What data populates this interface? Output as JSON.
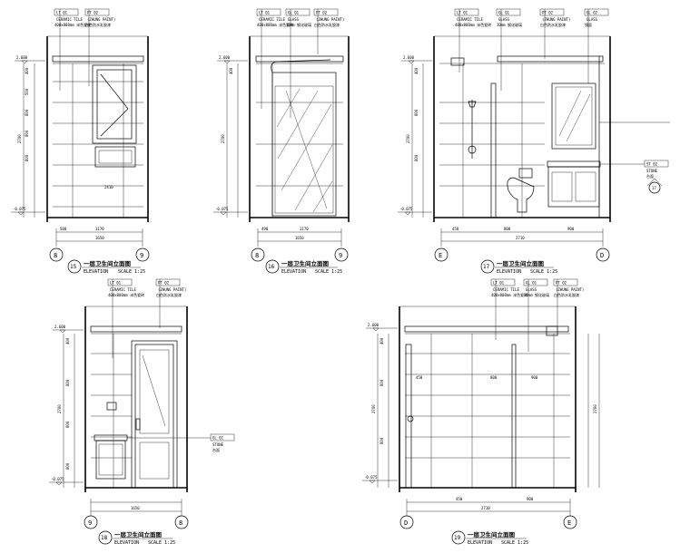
{
  "elevations": [
    {
      "number": "15",
      "title": "一层卫生间立面图",
      "subtitle": "ELEVATION",
      "scale": "SCALE 1:25",
      "grid_left": "8",
      "grid_right": "9",
      "tags": [
        {
          "code": "LT 01",
          "name": "CERAMIC TILE",
          "desc": "400x800mm 米色瓷砖"
        },
        {
          "code": "PT 02",
          "name": "(ZHUNG PAINT)",
          "desc": "白色防水乳胶漆"
        }
      ],
      "level_top": "2.600",
      "level_bottom": "-0.075",
      "dims_vertical": [
        "400",
        "500",
        "800",
        "800",
        "800",
        "2700"
      ],
      "dims_horizontal": [
        "500",
        "1170",
        "2410",
        "1650"
      ],
      "total_width": "1650"
    },
    {
      "number": "16",
      "title": "一层卫生间立面图",
      "subtitle": "ELEVATION",
      "scale": "SCALE 1:25",
      "grid_left": "8",
      "grid_right": "9",
      "tags": [
        {
          "code": "LT 01",
          "name": "CERAMIC TILE",
          "desc": "400x800mm 米色瓷砖"
        },
        {
          "code": "GL 01",
          "name": "GLASS",
          "desc": "10mm 钢化玻璃"
        },
        {
          "code": "PT 02",
          "name": "(ZHUNG PAINT)",
          "desc": "白色防水乳胶漆"
        }
      ],
      "level_top": "2.600",
      "level_bottom": "-0.075",
      "dims_vertical": [
        "400",
        "2700"
      ],
      "dims_horizontal": [
        "490",
        "1170",
        "1650"
      ],
      "total_width": "1650"
    },
    {
      "number": "17",
      "title": "一层卫生间立面图",
      "subtitle": "ELEVATION",
      "scale": "SCALE 1:25",
      "grid_left": "E",
      "grid_right": "D",
      "tags": [
        {
          "code": "LT 01",
          "name": "CERAMIC TILE",
          "desc": "400x800mm 米色瓷砖"
        },
        {
          "code": "GL 01",
          "name": "GLASS",
          "desc": "10mm 钢化玻璃"
        },
        {
          "code": "PT 02",
          "name": "(ZHUNG PAINT)",
          "desc": "白色防水乳胶漆"
        },
        {
          "code": "GL 02",
          "name": "GLASS",
          "desc": "镜面"
        }
      ],
      "side_tags": [
        {
          "code": "ST 02",
          "name": "STONE",
          "desc": "台面"
        }
      ],
      "callout": "17",
      "level_top": "2.600",
      "level_bottom": "-0.075",
      "dims_vertical": [
        "400",
        "800",
        "800",
        "2700"
      ],
      "dims_horizontal": [
        "450",
        "800",
        "900",
        "2710"
      ],
      "total_width": "2710"
    },
    {
      "number": "18",
      "title": "一层卫生间立面图",
      "subtitle": "ELEVATION",
      "scale": "SCALE 1:25",
      "grid_left": "9",
      "grid_right": "8",
      "tags": [
        {
          "code": "LT 01",
          "name": "CERAMIC TILE",
          "desc": "400x800mm 米色瓷砖"
        },
        {
          "code": "PT 02",
          "name": "(ZHUNG PAINT)",
          "desc": "白色防水乳胶漆"
        }
      ],
      "side_tags": [
        {
          "code": "GL 01",
          "name": "STONE",
          "desc": "台面"
        }
      ],
      "level_top": "2.600",
      "level_bottom": "-0.075",
      "dims_vertical": [
        "400",
        "800",
        "800",
        "800",
        "2700"
      ],
      "dims_horizontal": [
        "1650"
      ],
      "total_width": "1650"
    },
    {
      "number": "19",
      "title": "一层卫生间立面图",
      "subtitle": "ELEVATION",
      "scale": "SCALE 1:25",
      "grid_left": "D",
      "grid_right": "E",
      "tags": [
        {
          "code": "LT 01",
          "name": "CERAMIC TILE",
          "desc": "400x800mm 米色瓷砖"
        },
        {
          "code": "GL 01",
          "name": "GLASS",
          "desc": "10mm 钢化玻璃"
        },
        {
          "code": "PT 02",
          "name": "(ZHUNG PAINT)",
          "desc": "白色防水乳胶漆"
        }
      ],
      "level_top": "2.600",
      "level_bottom": "-0.075",
      "dims_vertical": [
        "400",
        "800",
        "800",
        "2700"
      ],
      "dims_horizontal": [
        "450",
        "800",
        "900",
        "2710"
      ],
      "total_width": "2710"
    }
  ]
}
